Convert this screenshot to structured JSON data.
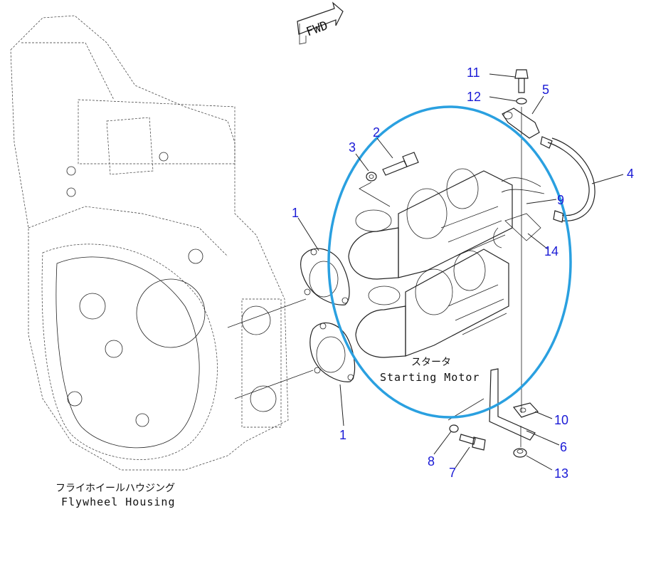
{
  "fwd_label": "FWD",
  "flywheel_housing": {
    "label_jp": "フライホイールハウジング",
    "label_en": "Flywheel Housing"
  },
  "starting_motor": {
    "label_jp": "スタータ",
    "label_en": "Starting Motor"
  },
  "callouts": {
    "c1a": "1",
    "c1b": "1",
    "c2": "2",
    "c3": "3",
    "c4": "4",
    "c5": "5",
    "c6": "6",
    "c7": "7",
    "c8": "8",
    "c9": "9",
    "c10": "10",
    "c11": "11",
    "c12": "12",
    "c13": "13",
    "c14": "14"
  },
  "colors": {
    "highlight_ellipse": "#2aa0e0",
    "callout_text": "#1a1ad6",
    "line_art": "#222222"
  }
}
